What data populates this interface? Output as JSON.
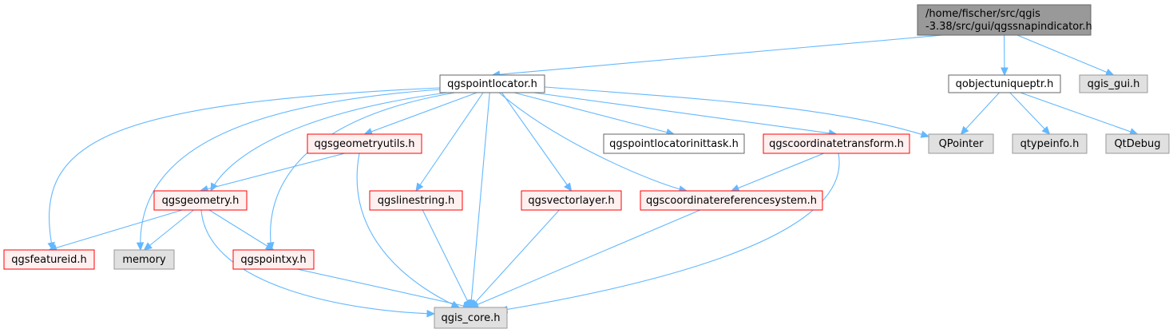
{
  "colors": {
    "edge": "#63b8ff",
    "focus_fill": "#999999",
    "focus_stroke": "#666666",
    "plain_fill": "#ffffff",
    "plain_stroke": "#666666",
    "red_fill": "#fff0f0",
    "red_stroke": "#ff0000",
    "gray_fill": "#e0e0e0",
    "gray_stroke": "#999999"
  },
  "nodes": [
    {
      "id": "qgssnapindicator",
      "lines": [
        "/home/fischer/src/qgis",
        "-3.38/src/gui/qgssnapindicator.h"
      ],
      "style": "focus"
    },
    {
      "id": "qgspointlocator",
      "lines": [
        "qgspointlocator.h"
      ],
      "style": "plain"
    },
    {
      "id": "qobjectuniqueptr",
      "lines": [
        "qobjectuniqueptr.h"
      ],
      "style": "plain"
    },
    {
      "id": "qgis_gui",
      "lines": [
        "qgis_gui.h"
      ],
      "style": "gray"
    },
    {
      "id": "qgsgeometryutils",
      "lines": [
        "qgsgeometryutils.h"
      ],
      "style": "red"
    },
    {
      "id": "qgspointlocatorinittask",
      "lines": [
        "qgspointlocatorinittask.h"
      ],
      "style": "plain"
    },
    {
      "id": "qgscoordinatetransform",
      "lines": [
        "qgscoordinatetransform.h"
      ],
      "style": "red"
    },
    {
      "id": "QPointer",
      "lines": [
        "QPointer"
      ],
      "style": "gray"
    },
    {
      "id": "qtypeinfo",
      "lines": [
        "qtypeinfo.h"
      ],
      "style": "gray"
    },
    {
      "id": "QtDebug",
      "lines": [
        "QtDebug"
      ],
      "style": "gray"
    },
    {
      "id": "qgsgeometry",
      "lines": [
        "qgsgeometry.h"
      ],
      "style": "red"
    },
    {
      "id": "qgslinestring",
      "lines": [
        "qgslinestring.h"
      ],
      "style": "red"
    },
    {
      "id": "qgsvectorlayer",
      "lines": [
        "qgsvectorlayer.h"
      ],
      "style": "red"
    },
    {
      "id": "qgscoordinatereferencesystem",
      "lines": [
        "qgscoordinatereferencesystem.h"
      ],
      "style": "red"
    },
    {
      "id": "qgsfeatureid",
      "lines": [
        "qgsfeatureid.h"
      ],
      "style": "red"
    },
    {
      "id": "memory",
      "lines": [
        "memory"
      ],
      "style": "gray"
    },
    {
      "id": "qgspointxy",
      "lines": [
        "qgspointxy.h"
      ],
      "style": "red"
    },
    {
      "id": "qgis_core",
      "lines": [
        "qgis_core.h"
      ],
      "style": "gray"
    }
  ],
  "edges": [
    [
      "qgssnapindicator",
      "qgspointlocator"
    ],
    [
      "qgssnapindicator",
      "qobjectuniqueptr"
    ],
    [
      "qgssnapindicator",
      "qgis_gui"
    ],
    [
      "qgspointlocator",
      "qgsfeatureid"
    ],
    [
      "qgspointlocator",
      "memory"
    ],
    [
      "qgspointlocator",
      "qgsgeometry"
    ],
    [
      "qgspointlocator",
      "qgspointxy"
    ],
    [
      "qgspointlocator",
      "qgsgeometryutils"
    ],
    [
      "qgspointlocator",
      "qgslinestring"
    ],
    [
      "qgspointlocator",
      "qgis_core"
    ],
    [
      "qgspointlocator",
      "qgsvectorlayer"
    ],
    [
      "qgspointlocator",
      "qgscoordinatereferencesystem"
    ],
    [
      "qgspointlocator",
      "qgspointlocatorinittask"
    ],
    [
      "qgspointlocator",
      "qgscoordinatetransform"
    ],
    [
      "qgspointlocator",
      "QPointer"
    ],
    [
      "qobjectuniqueptr",
      "QPointer"
    ],
    [
      "qobjectuniqueptr",
      "qtypeinfo"
    ],
    [
      "qobjectuniqueptr",
      "QtDebug"
    ],
    [
      "qgsgeometryutils",
      "qgsgeometry"
    ],
    [
      "qgsgeometryutils",
      "qgis_core"
    ],
    [
      "qgscoordinatetransform",
      "qgscoordinatereferencesystem"
    ],
    [
      "qgscoordinatetransform",
      "qgis_core"
    ],
    [
      "qgsgeometry",
      "qgsfeatureid"
    ],
    [
      "qgsgeometry",
      "memory"
    ],
    [
      "qgsgeometry",
      "qgspointxy"
    ],
    [
      "qgsgeometry",
      "qgis_core"
    ],
    [
      "qgslinestring",
      "qgis_core"
    ],
    [
      "qgsvectorlayer",
      "qgis_core"
    ],
    [
      "qgscoordinatereferencesystem",
      "qgis_core"
    ],
    [
      "qgspointxy",
      "qgis_core"
    ]
  ]
}
